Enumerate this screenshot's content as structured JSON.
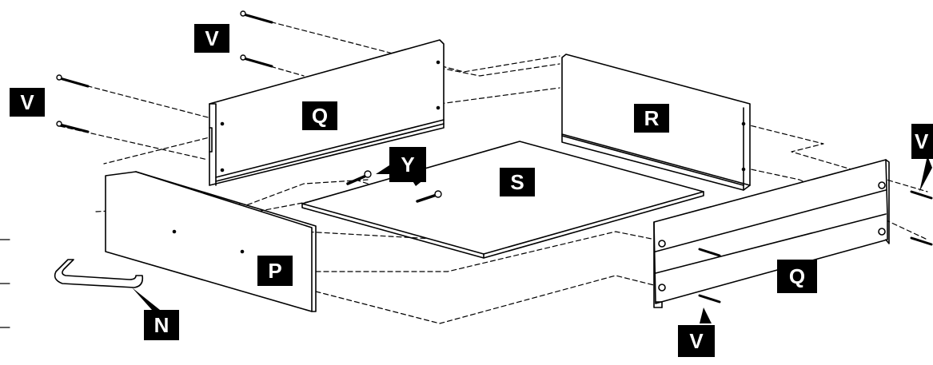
{
  "diagram": {
    "type": "exploded-assembly",
    "part_labels": {
      "v_top_left": "V",
      "v_left": "V",
      "q_back": "Q",
      "r_side": "R",
      "y_screws": "Y",
      "s_bottom": "S",
      "p_front": "P",
      "n_handle": "N",
      "v_right": "V",
      "q_side": "Q",
      "v_bottom": "V"
    },
    "colors": {
      "line": "#000000",
      "panel_fill": "#ffffff",
      "label_bg": "#000000",
      "label_text": "#ffffff"
    }
  }
}
